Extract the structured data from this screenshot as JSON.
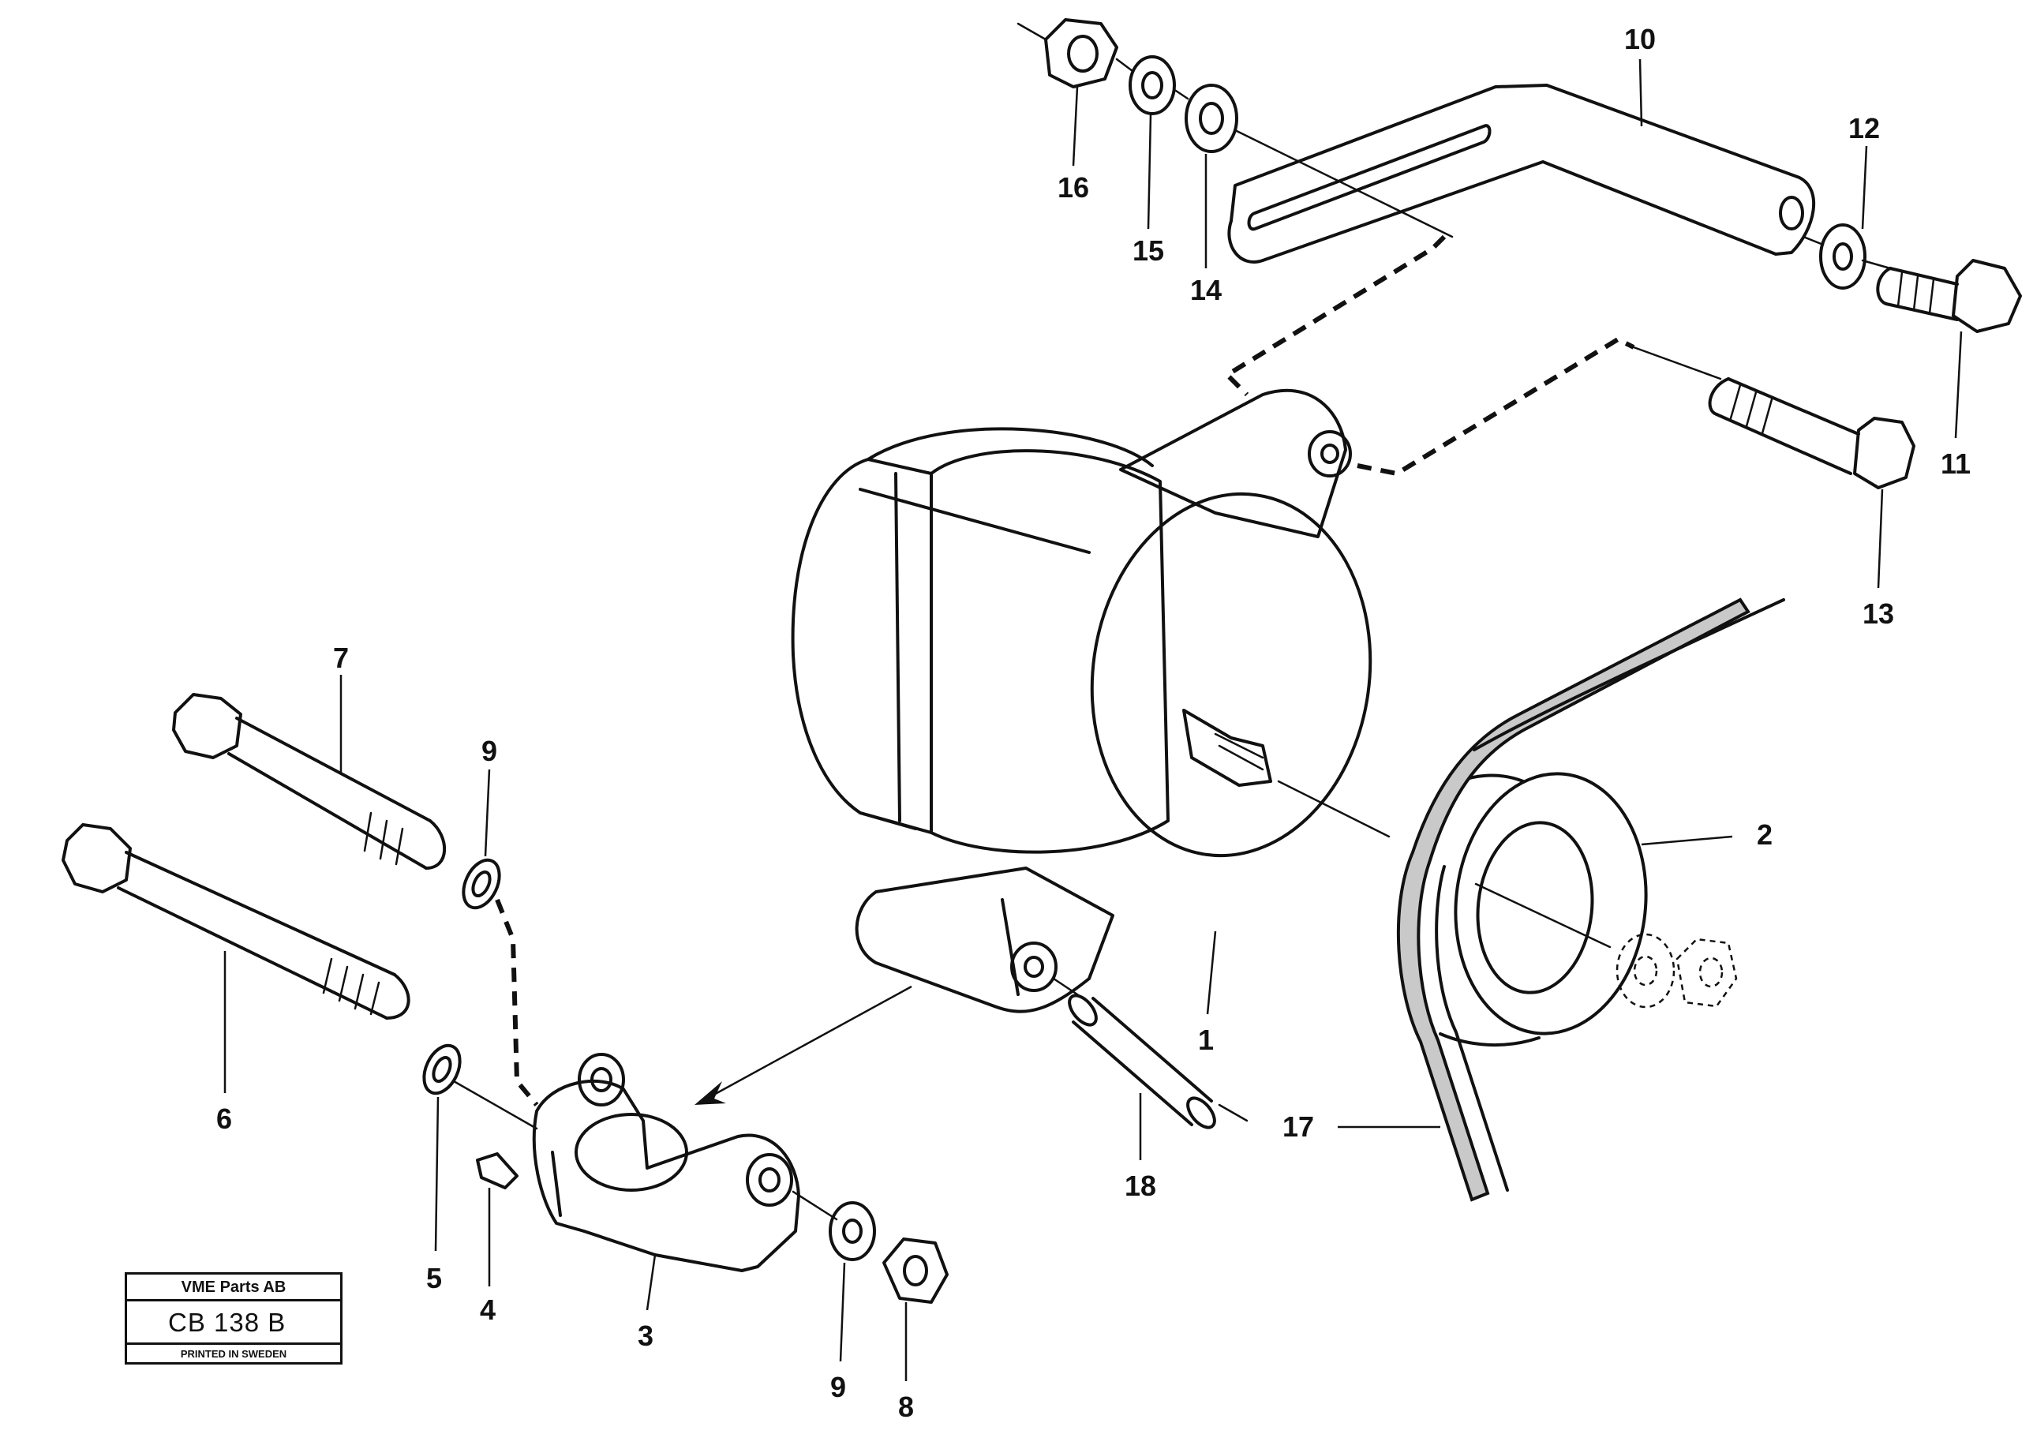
{
  "diagram": {
    "callouts": [
      {
        "id": "1",
        "text": "1"
      },
      {
        "id": "2",
        "text": "2"
      },
      {
        "id": "3",
        "text": "3"
      },
      {
        "id": "4",
        "text": "4"
      },
      {
        "id": "5",
        "text": "5"
      },
      {
        "id": "6",
        "text": "6"
      },
      {
        "id": "7",
        "text": "7"
      },
      {
        "id": "8",
        "text": "8"
      },
      {
        "id": "9a",
        "text": "9"
      },
      {
        "id": "9b",
        "text": "9"
      },
      {
        "id": "10",
        "text": "10"
      },
      {
        "id": "11",
        "text": "11"
      },
      {
        "id": "12",
        "text": "12"
      },
      {
        "id": "13",
        "text": "13"
      },
      {
        "id": "14",
        "text": "14"
      },
      {
        "id": "15",
        "text": "15"
      },
      {
        "id": "16",
        "text": "16"
      },
      {
        "id": "17",
        "text": "17"
      },
      {
        "id": "18",
        "text": "18"
      }
    ]
  },
  "stamp": {
    "company": "VME Parts AB",
    "code": "CB 138",
    "revision": "B",
    "note": "PRINTED IN SWEDEN"
  },
  "colors": {
    "ink": "#111111",
    "paper": "#ffffff",
    "belt_shading": "#c9c9c9"
  }
}
